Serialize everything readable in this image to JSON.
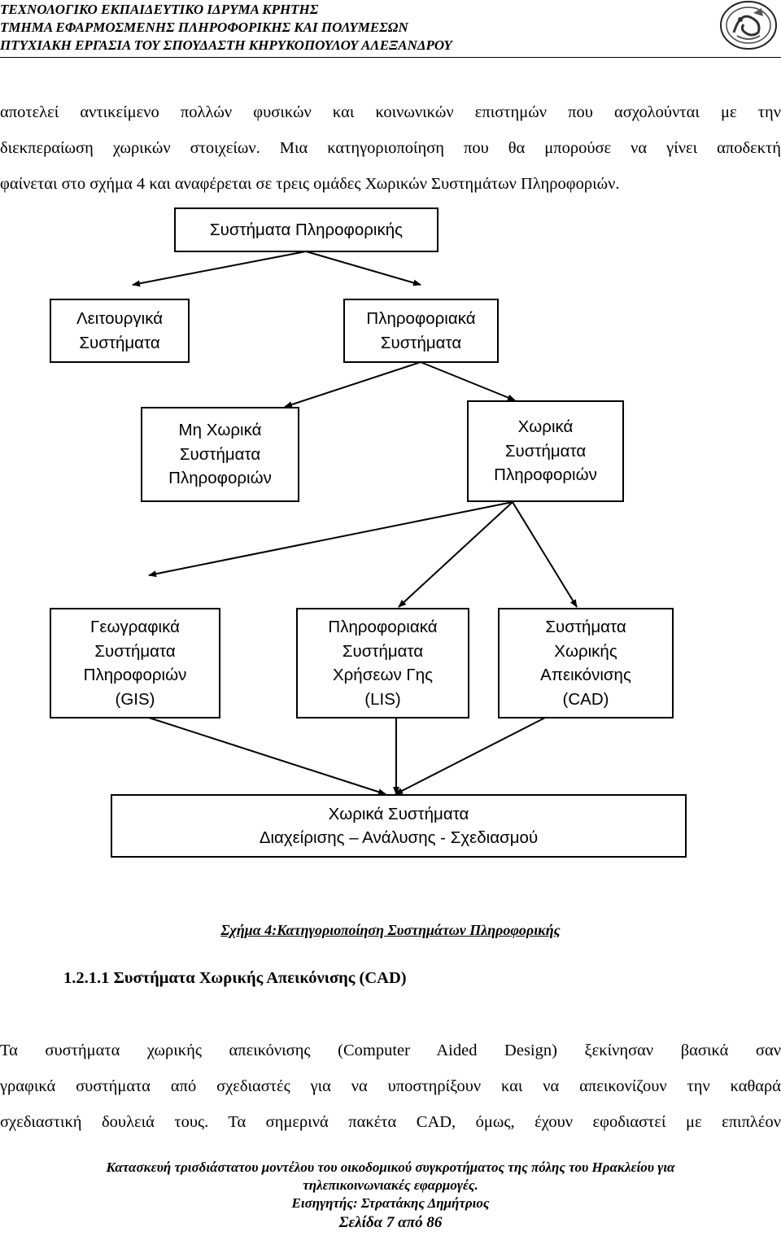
{
  "header": {
    "line1": "ΤΕΧΝΟΛΟΓΙΚΟ ΕΚΠΑΙΔΕΥΤΙΚΟ ΙΔΡΥΜΑ ΚΡΗΤΗΣ",
    "line2": "ΤΜΗΜΑ ΕΦΑΡΜΟΣΜΕΝΗΣ ΠΛΗΡΟΦΟΡΙΚΗΣ ΚΑΙ ΠΟΛΥΜΕΣΩΝ",
    "line3": "ΠΤΥΧΙΑΚΗ ΕΡΓΑΣΙΑ ΤΟΥ ΣΠΟΥΔΑΣΤΗ ΚΗΡΥΚΟΠΟΥΛΟΥ ΑΛΕΞΑΝΔΡΟΥ"
  },
  "intro": {
    "line1": "αποτελεί αντικείμενο πολλών φυσικών και κοινωνικών επιστημών που ασχολούνται με την",
    "line2": "διεκπεραίωση χωρικών στοιχείων. Μια κατηγοριοποίηση που θα μπορούσε να γίνει αποδεκτή",
    "line3": "φαίνεται στο σχήμα 4 και αναφέρεται σε τρεις ομάδες Χωρικών Συστημάτων Πληροφοριών."
  },
  "diagram": {
    "root": "Συστήματα Πληροφορικής",
    "operational": "Λειτουργικά\nΣυστήματα",
    "information": "Πληροφοριακά\nΣυστήματα",
    "non_spatial": "Μη Χωρικά\nΣυστήματα\nΠληροφοριών",
    "spatial": "Χωρικά\nΣυστήματα\nΠληροφοριών",
    "gis": "Γεωγραφικά\nΣυστήματα\nΠληροφοριών\n(GIS)",
    "lis": "Πληροφοριακά\nΣυστήματα\nΧρήσεων Γης\n(LIS)",
    "cad": "Συστήματα\nΧωρικής\nΑπεικόνισης\n(CAD)",
    "management": "Χωρικά Συστήματα\nΔιαχείρισης – Ανάλυσης - Σχεδιασμού"
  },
  "caption": "Σχήμα 4:Κατηγοριοποίηση Συστημάτων Πληροφορικής",
  "section_heading": "1.2.1.1 Συστήματα Χωρικής Απεικόνισης (CAD)",
  "body": {
    "line1": "Τα συστήματα χωρικής απεικόνισης (Computer Aided Design) ξεκίνησαν βασικά σαν",
    "line2": "γραφικά συστήματα από σχεδιαστές για να υποστηρίξουν και να απεικονίζουν την καθαρά",
    "line3": "σχεδιαστική δουλειά τους. Τα σημερινά πακέτα CAD, όμως, έχουν εφοδιαστεί με επιπλέον"
  },
  "footer": {
    "line1": "Κατασκευή τρισδιάστατου μοντέλου του οικοδομικού συγκροτήματος της πόλης του Ηρακλείου για",
    "line2": "τηλεπικοινωνιακές εφαρμογές.",
    "line3": "Εισηγητής: Στρατάκης Δημήτριος",
    "line4": "Σελίδα 7 από 86"
  }
}
